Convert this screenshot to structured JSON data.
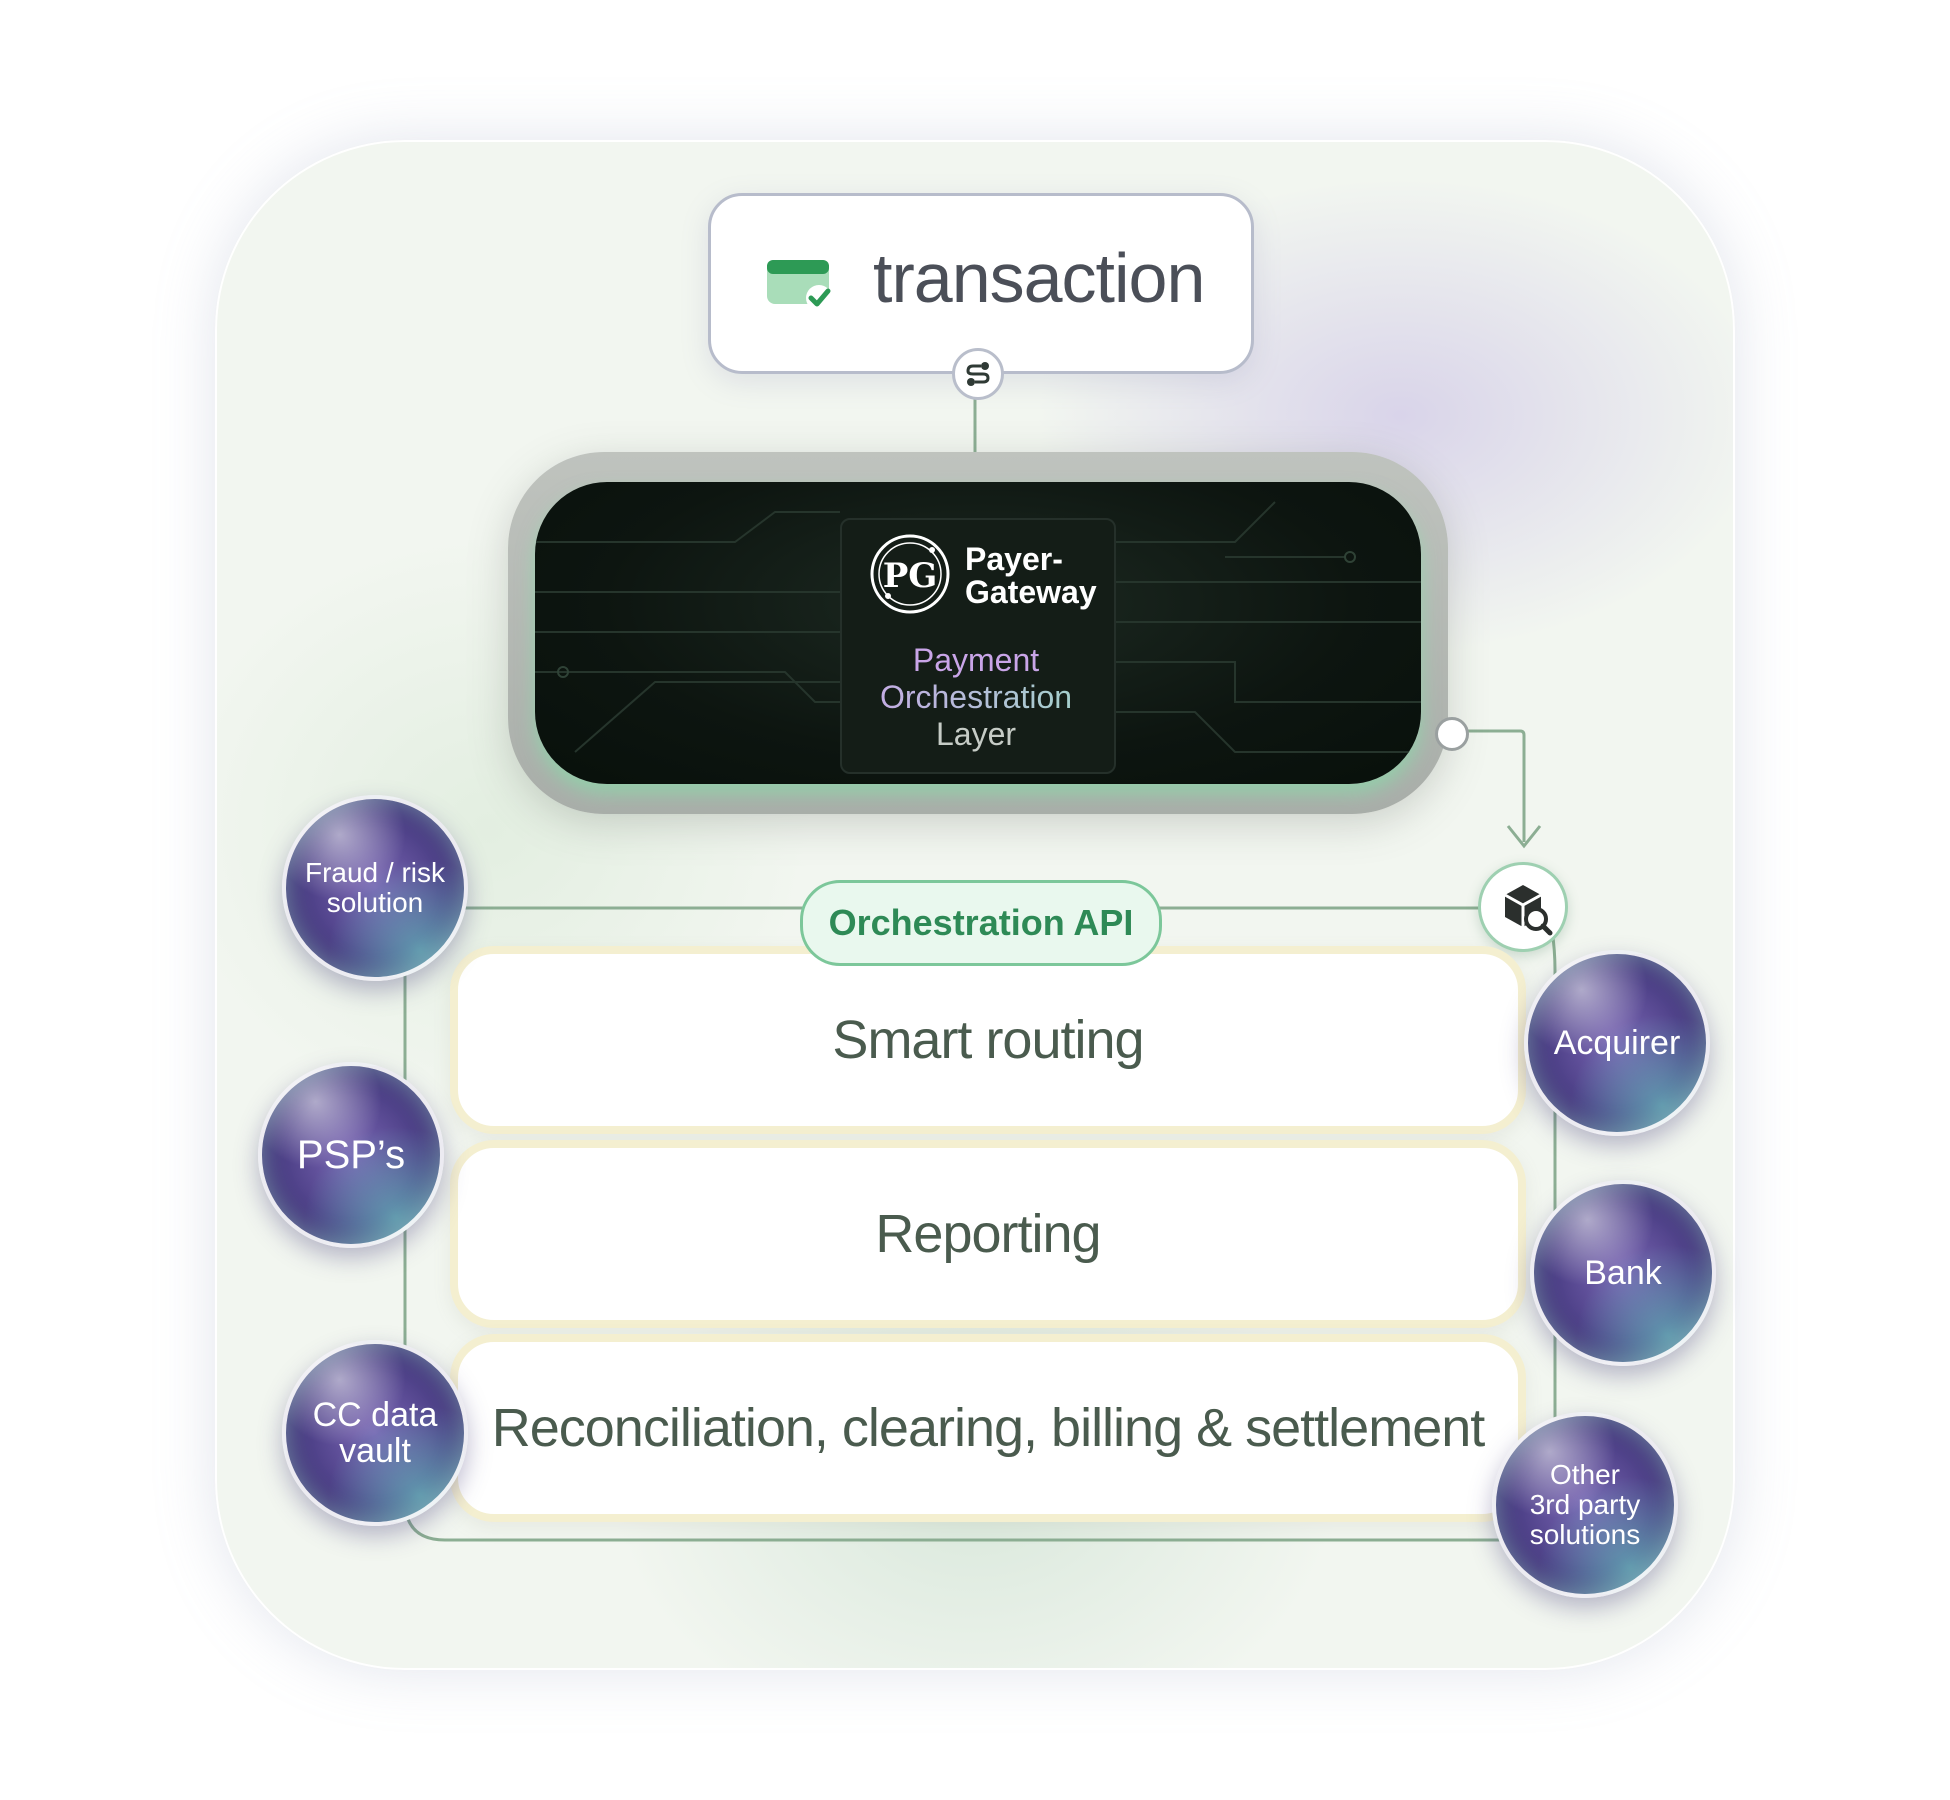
{
  "transaction": {
    "label": "transaction"
  },
  "gateway": {
    "brand_line1": "Payer-",
    "brand_line2": "Gateway",
    "layer_line1": "Payment",
    "layer_line2": "Orchestration",
    "layer_line3": "Layer"
  },
  "api": {
    "label": "Orchestration API"
  },
  "services": [
    {
      "label": "Smart routing"
    },
    {
      "label": "Reporting"
    },
    {
      "label": "Reconciliation, clearing, billing & settlement"
    }
  ],
  "left_nodes": [
    {
      "line1": "Fraud / risk",
      "line2": "solution"
    },
    {
      "line1": "PSP’s"
    },
    {
      "line1": "CC data",
      "line2": "vault"
    }
  ],
  "right_nodes": [
    {
      "line1": "Acquirer"
    },
    {
      "line1": "Bank"
    },
    {
      "line1": "Other",
      "line2": "3rd party",
      "line3": "solutions"
    }
  ],
  "icons": {
    "transaction": "card-check-icon",
    "link": "route-icon",
    "logo": "pg-circuit-logo",
    "box": "box-search-icon"
  },
  "colors": {
    "accent_green": "#2e8a56",
    "bubble_purple": "#4c3f86",
    "chip_dark": "#0d1510"
  }
}
